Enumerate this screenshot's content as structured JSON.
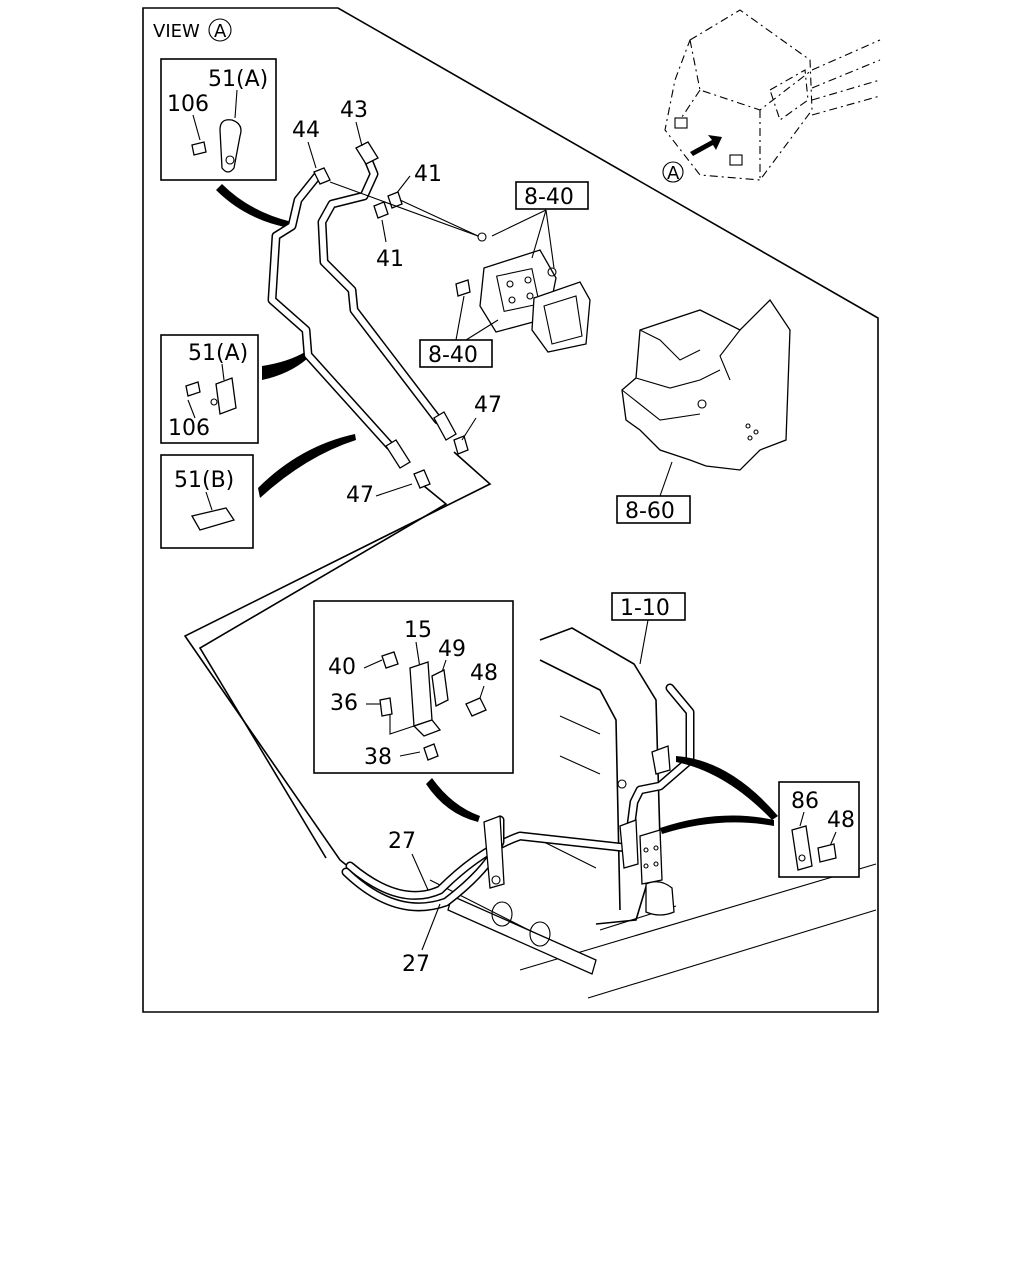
{
  "view": {
    "title": "VIEW",
    "marker": "A"
  },
  "vehicle_marker": "A",
  "labels": {
    "p51a_top": "51(A)",
    "p106_top": "106",
    "p44": "44",
    "p43": "43",
    "p41_upper": "41",
    "p41_lower": "41",
    "p51a_mid": "51(A)",
    "p106_mid": "106",
    "p51b": "51(B)",
    "p47_right": "47",
    "p47_left": "47",
    "p15": "15",
    "p40": "40",
    "p49": "49",
    "p48_inset": "48",
    "p36": "36",
    "p38": "38",
    "p27_upper": "27",
    "p27_lower": "27",
    "p86": "86",
    "p48_right": "48"
  },
  "refs": {
    "r840_top": "8-40",
    "r840_bottom": "8-40",
    "r860": "8-60",
    "r110": "1-10"
  }
}
